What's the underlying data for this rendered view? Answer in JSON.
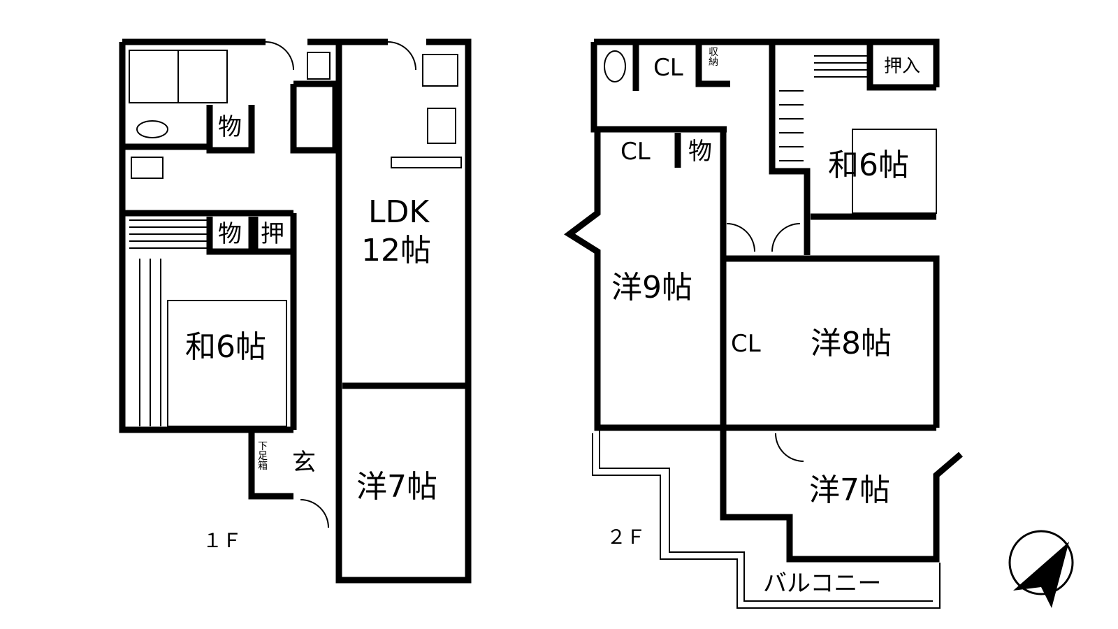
{
  "floor1": {
    "label": "１Ｆ",
    "rooms": {
      "ldk_line1": "LDK",
      "ldk_line2": "12帖",
      "washitsu": "和6帖",
      "yoshitsu": "洋7帖",
      "genkan": "玄",
      "storage_top": "物",
      "storage_mid": "物",
      "oshiire": "押",
      "shoe_box": "下足箱"
    }
  },
  "floor2": {
    "label": "２Ｆ",
    "rooms": {
      "cl_top": "CL",
      "shuno": "収納",
      "oshiire": "押入",
      "cl_left": "CL",
      "storage": "物",
      "washitsu": "和6帖",
      "yo9": "洋9帖",
      "cl_mid": "CL",
      "yo8": "洋8帖",
      "yo7": "洋7帖",
      "balcony": "バルコニー"
    }
  },
  "compass": {
    "icon": "north-arrow-icon"
  }
}
